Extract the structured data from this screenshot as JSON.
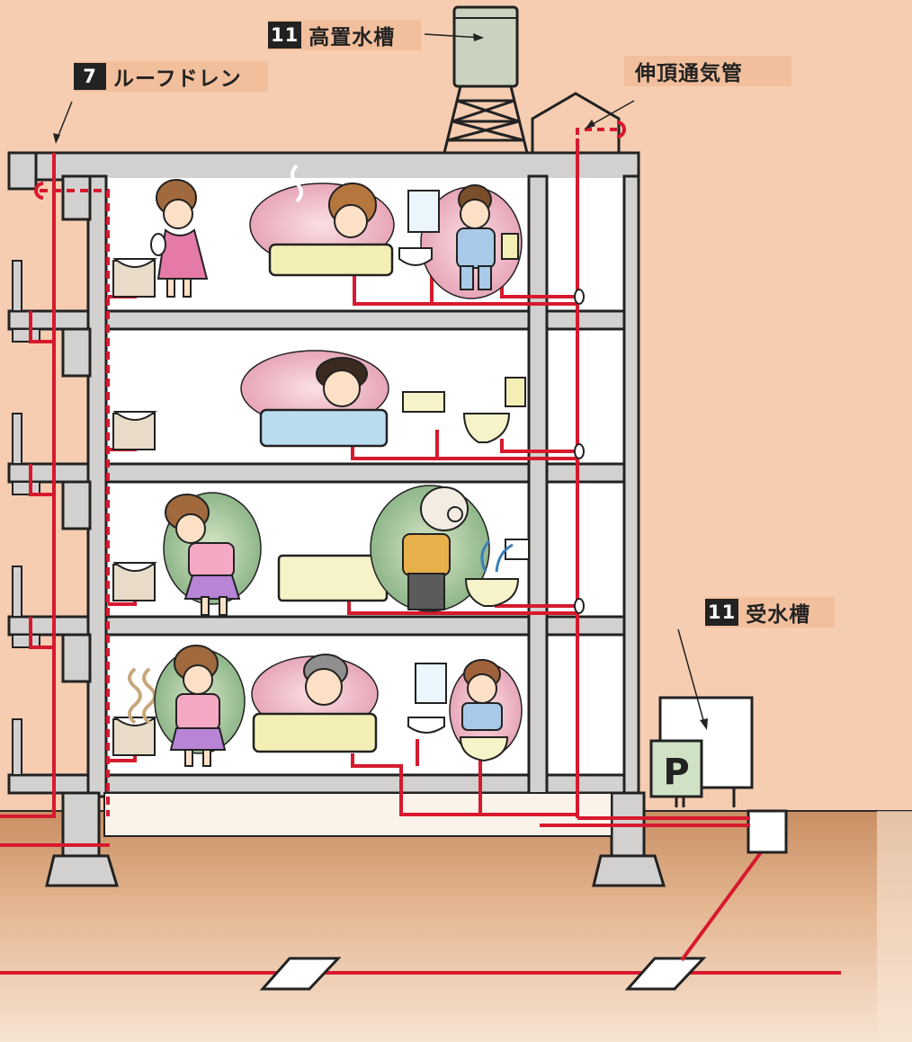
{
  "labels": {
    "roof_drain": {
      "number": "7",
      "text": "ルーフドレン"
    },
    "elevated_tank": {
      "number": "11",
      "text": "高置水槽"
    },
    "vent_stack": {
      "text": "伸頂通気管"
    },
    "receiving_tank": {
      "number": "11",
      "text": "受水槽"
    }
  },
  "parking_sign": "P",
  "colors": {
    "background": "#f6cdb1",
    "pipe": "#d7192e",
    "building": "#d3d1cf",
    "ground": "#d9a47a",
    "label_bg": "#f2bf9c"
  },
  "floors": [
    {
      "name": "floor-4",
      "scene": "wash-bath-toilet"
    },
    {
      "name": "floor-3",
      "scene": "bath-toilet"
    },
    {
      "name": "floor-2",
      "scene": "toilet-overflow"
    },
    {
      "name": "floor-1",
      "scene": "odor-bath-toilet"
    }
  ]
}
